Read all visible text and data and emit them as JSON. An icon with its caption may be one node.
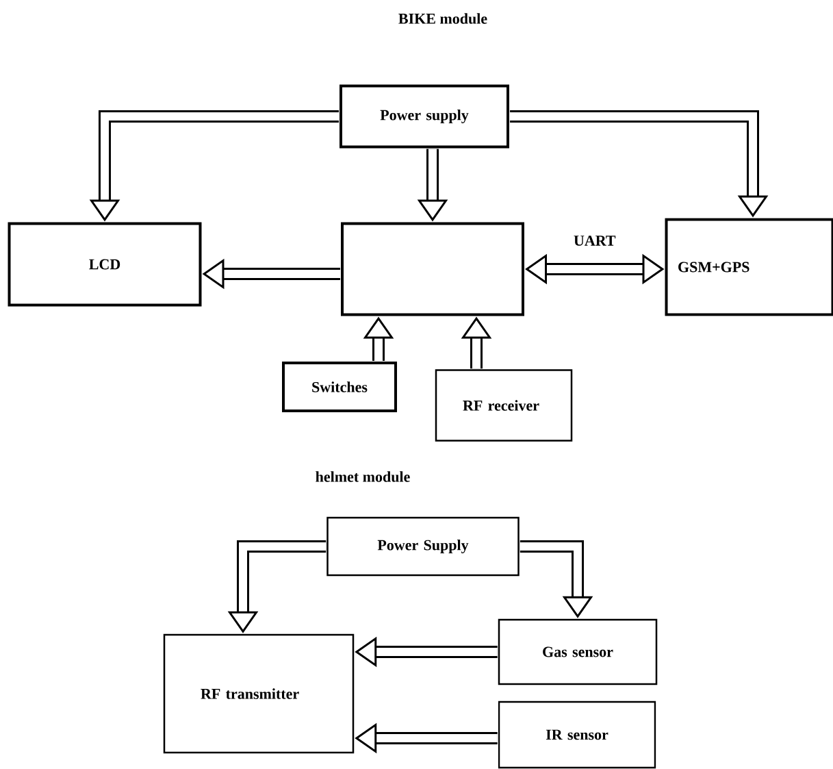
{
  "diagram": {
    "title": "BIKE module",
    "nodes": [
      {
        "text": [
          "Power supply"
        ]
      },
      {
        "text": [
          "LCD"
        ]
      },
      {
        "text": [],
        "shape": "box"
      },
      {
        "text": [
          "GSM+GPS"
        ]
      },
      {
        "text": [
          "Switches"
        ]
      },
      {
        "text": [
          "RF receiver"
        ]
      },
      {
        "text": [
          "Power Supply"
        ]
      },
      {
        "text": [
          "RF transmitter"
        ]
      },
      {
        "text": [
          "Gas sensor"
        ]
      },
      {
        "text": [
          "IR sensor"
        ]
      }
    ],
    "edges": [
      {
        "from": 0,
        "to": 1,
        "arrow": "to"
      },
      {
        "from": 0,
        "to": 2,
        "arrow": "to"
      },
      {
        "from": 0,
        "to": 3,
        "arrow": "to"
      },
      {
        "from": 2,
        "to": 1,
        "arrow": "to"
      },
      {
        "from": 2,
        "to": 3,
        "arrow": "both",
        "label": "UART"
      },
      {
        "from": 4,
        "to": 2,
        "arrow": "to"
      },
      {
        "from": 5,
        "to": 2,
        "arrow": "to"
      },
      {
        "from": 6,
        "to": 7,
        "arrow": "to"
      },
      {
        "from": 6,
        "to": 8,
        "arrow": "to"
      },
      {
        "from": 8,
        "to": 7,
        "arrow": "to"
      },
      {
        "from": 9,
        "to": 7,
        "arrow": "to"
      }
    ],
    "labels": [
      "helmet module"
    ]
  }
}
